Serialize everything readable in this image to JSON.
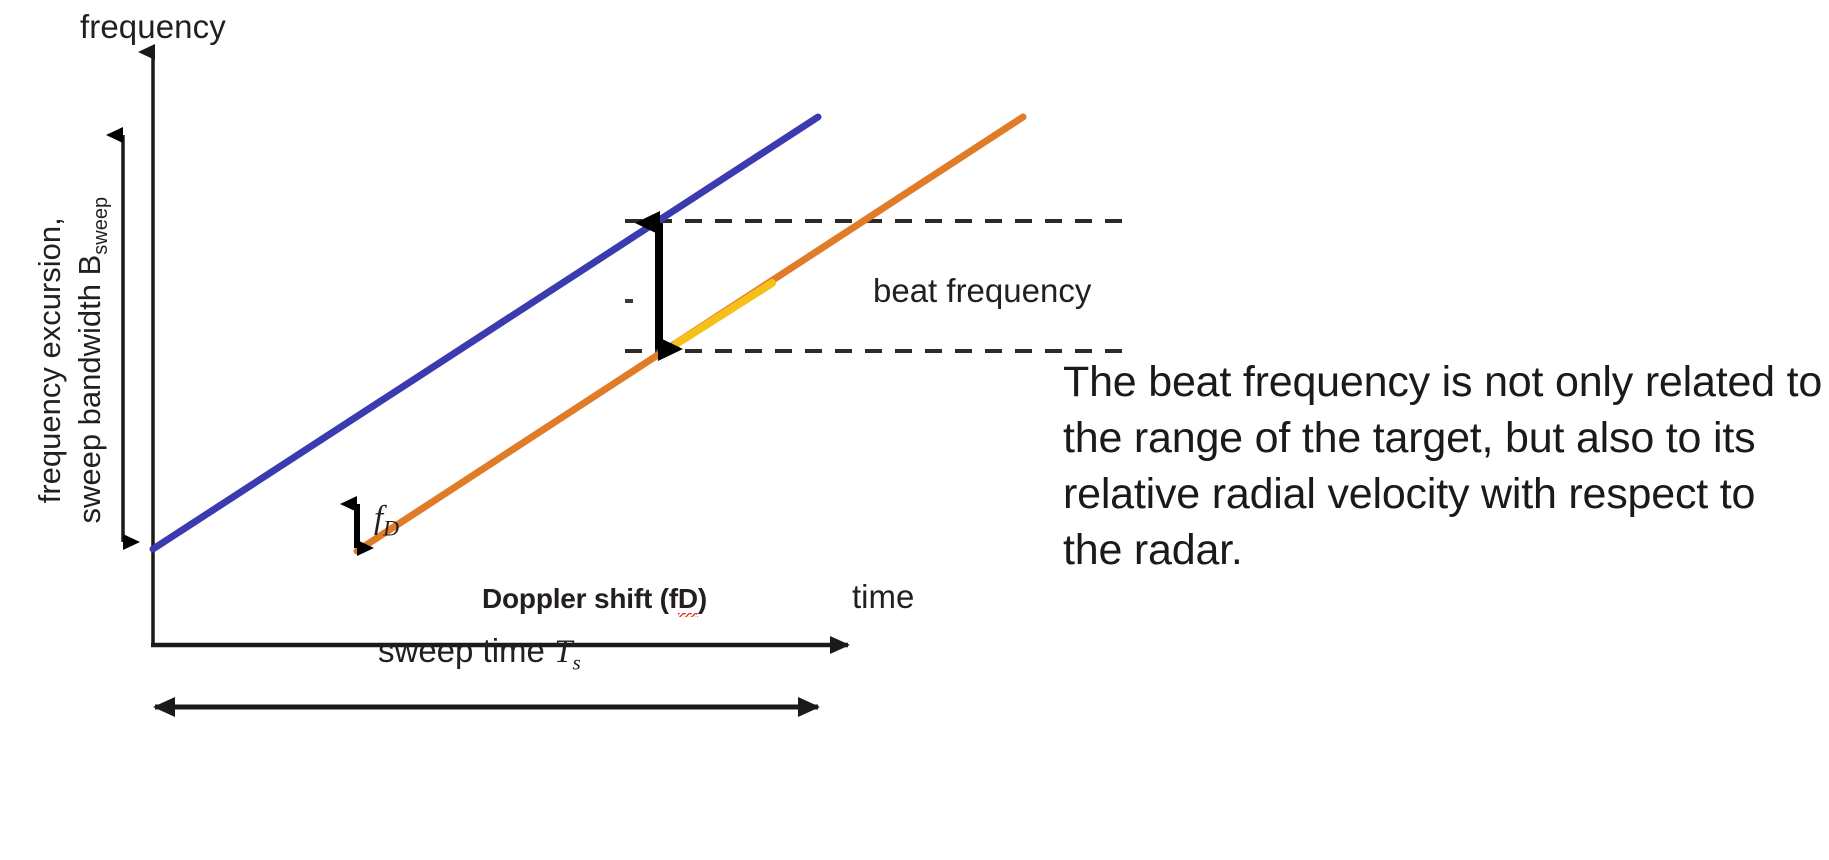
{
  "figure": {
    "axes": {
      "y_axis_label": "frequency",
      "y_axis_caption_line1": "frequency excursion,",
      "y_axis_caption_line2": "sweep bandwidth B",
      "y_axis_caption_sub": "sweep",
      "x_axis_label": "time"
    },
    "annotations": {
      "beat_frequency": "beat frequency",
      "doppler_shift": "Doppler shift (f",
      "doppler_shift_sub": "D",
      "doppler_shift_close": ")",
      "fd_symbol": "f",
      "fd_symbol_sub": "D",
      "sweep_time_prefix": "sweep time ",
      "sweep_time_symbol": "T",
      "sweep_time_sub": "s"
    },
    "side_note": "The beat frequency is not only related to the range of the target, but also to its relative radial velocity with respect to the radar.",
    "colors": {
      "transmit_chirp": "#3b3bb0",
      "receive_chirp": "#e07b28",
      "highlight_segment": "#f5c01a",
      "axis": "#1a1a1a",
      "dashed_guide": "#2b2b2b",
      "spellcheck_underline": "#e03c2f",
      "background": "#ffffff"
    }
  },
  "chart_data": {
    "type": "line",
    "title": "",
    "xlabel": "time",
    "ylabel": "frequency",
    "xlim": [
      0,
      1
    ],
    "ylim": [
      0,
      1
    ],
    "grid": false,
    "legend": "none",
    "series": [
      {
        "name": "transmitted chirp",
        "color": "#3b3bb0",
        "x": [
          0.0,
          0.86
        ],
        "y": [
          0.0,
          1.0
        ],
        "comment": "blue ramp from origin rising to top-right"
      },
      {
        "name": "received chirp (delayed + Doppler shifted)",
        "color": "#e07b28",
        "x": [
          0.25,
          1.0
        ],
        "y": [
          0.02,
          1.0
        ],
        "comment": "orange ramp, offset in time by round-trip delay and in frequency by f_D"
      },
      {
        "name": "highlighted segment",
        "color": "#f5c01a",
        "x": [
          0.53,
          0.65
        ],
        "y": [
          0.37,
          0.46
        ],
        "comment": "yellow overlay drawn on part of the orange ramp"
      }
    ],
    "guides": [
      {
        "name": "upper beat guide",
        "type": "hline",
        "y": 0.72,
        "style": "dashed",
        "x_from": 0.5,
        "x_to": 1.12
      },
      {
        "name": "lower beat guide",
        "type": "hline",
        "y": 0.41,
        "style": "dashed",
        "x_from": 0.5,
        "x_to": 1.12
      }
    ],
    "measures": [
      {
        "name": "beat frequency",
        "type": "vertical-double-arrow",
        "x": 0.52,
        "y_from": 0.41,
        "y_to": 0.72,
        "label": "beat frequency"
      },
      {
        "name": "Doppler shift",
        "type": "vertical-double-arrow",
        "x": 0.25,
        "y_from": 0.0,
        "y_to": 0.055,
        "label": "f_D"
      },
      {
        "name": "sweep time",
        "type": "horizontal-double-arrow",
        "y": -0.14,
        "x_from": 0.0,
        "x_to": 0.86,
        "label": "sweep time T_s"
      },
      {
        "name": "frequency excursion",
        "type": "vertical-double-arrow",
        "x": -0.02,
        "y_from": 0.0,
        "y_to": 1.0,
        "label": "frequency excursion, sweep bandwidth B_sweep"
      }
    ]
  }
}
